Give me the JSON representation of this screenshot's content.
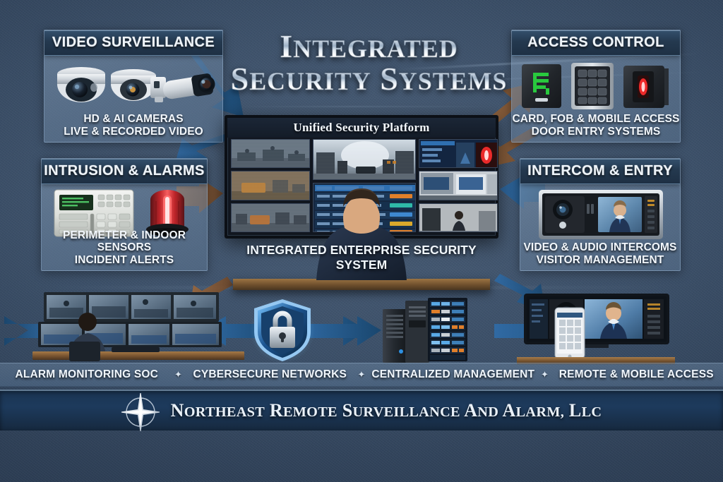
{
  "title": {
    "line1_cap": "I",
    "line1_rest": "NTEGRATED",
    "line2_cap": "S",
    "line2_rest": "ECURITY ",
    "line2_cap2": "S",
    "line2_rest2": "YSTEMS",
    "line1": "INTEGRATED",
    "line2": "SECURITY SYSTEMS"
  },
  "panels": [
    {
      "id": "video-surveillance",
      "header": "VIDEO SURVEILLANCE",
      "caption1": "HD & AI CAMERAS",
      "caption2": "LIVE & RECORDED VIDEO",
      "icons": [
        "dome-camera-icon",
        "dome-camera-icon",
        "bullet-camera-icon"
      ]
    },
    {
      "id": "access-control",
      "header": "ACCESS CONTROL",
      "caption1": "CARD, FOB & MOBILE ACCESS",
      "caption2": "DOOR ENTRY SYSTEMS",
      "icons": [
        "card-reader-icon",
        "keypad-reader-icon",
        "proximity-reader-icon"
      ]
    },
    {
      "id": "intrusion-alarms",
      "header": "INTRUSION & ALARMS",
      "caption1": "PERIMETER & INDOOR SENSORS",
      "caption2": "INCIDENT ALERTS",
      "icons": [
        "alarm-keypad-icon",
        "strobe-beacon-icon"
      ]
    },
    {
      "id": "intercom-entry",
      "header": "INTERCOM & ENTRY",
      "caption1": "VIDEO & AUDIO INTERCOMS",
      "caption2": "VISITOR MANAGEMENT",
      "icons": [
        "video-intercom-icon"
      ]
    }
  ],
  "console": {
    "title": "Unified Security Platform",
    "caption": "INTEGRATED ENTERPRISE SECURITY SYSTEM",
    "operator": "security-operator-figure"
  },
  "bottom": {
    "separator": "✦",
    "items": [
      {
        "id": "alarm-monitoring-soc",
        "label": "ALARM MONITORING SOC",
        "icon": "soc-workstation-icon"
      },
      {
        "id": "cybersecure-networks",
        "label": "CYBERSECURE NETWORKS",
        "icon": "shield-padlock-icon"
      },
      {
        "id": "centralized-management",
        "label": "CENTRALIZED MANAGEMENT",
        "icon": "server-rack-icon"
      },
      {
        "id": "remote-mobile-access",
        "label": "REMOTE & MOBILE ACCESS",
        "icon": "monitor-smartphone-icon"
      }
    ]
  },
  "footer": {
    "company": "NORTHEAST REMOTE SURVEILLANCE AND ALARM, LLC",
    "logo": "compass-rose-icon"
  },
  "colors": {
    "background_navy": "#2d3f56",
    "panel_header_navy": "#24394f",
    "panel_body_slate": "#7b94ad",
    "arrow_blue": "#1f5c96",
    "arrow_bronze": "#8a5a33",
    "footer_blue": "#1d3a5c",
    "alert_red": "#e02020",
    "status_orange": "#e8822a",
    "status_teal": "#2fb9a8",
    "text_light": "#f0f6fc"
  },
  "arrows": [
    {
      "id": "arrow-surveillance-to-center",
      "color": "#1f5c96"
    },
    {
      "id": "arrow-center-to-intrusion",
      "color": "#8a5a33"
    },
    {
      "id": "arrow-center-to-access",
      "color": "#8a5a33"
    },
    {
      "id": "arrow-center-to-intercom",
      "color": "#1f5c96"
    },
    {
      "id": "arrow-center-to-soc",
      "color": "#8a5a33"
    },
    {
      "id": "arrow-cyber-to-center",
      "color": "#1f5c96"
    },
    {
      "id": "arrow-cyber-to-server",
      "color": "#1f5c96"
    },
    {
      "id": "arrow-server-to-remote",
      "color": "#1f5c96"
    },
    {
      "id": "arrow-soc-to-cyber",
      "color": "#1f5c96"
    }
  ]
}
